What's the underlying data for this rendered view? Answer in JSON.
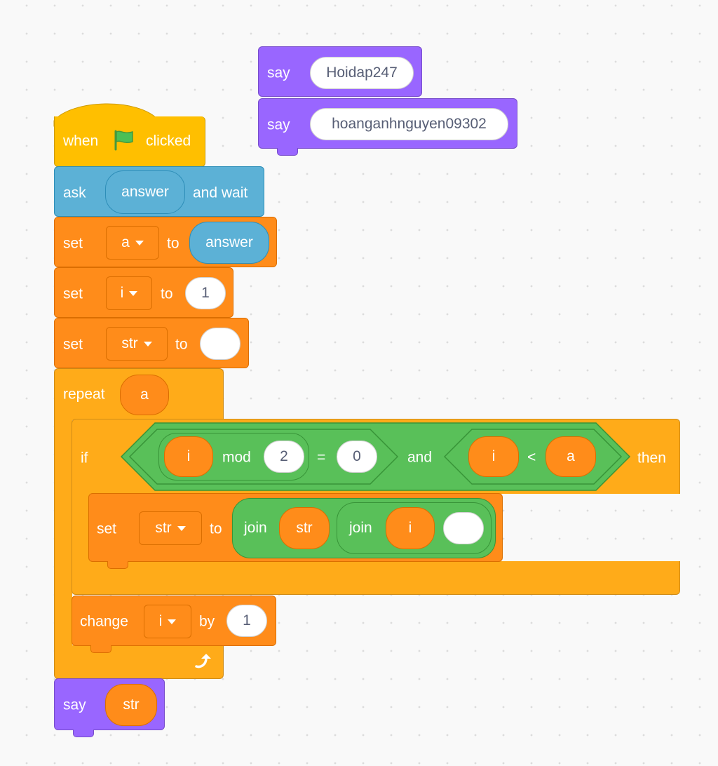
{
  "say_top_1": {
    "label": "say",
    "text": "Hoidap247"
  },
  "say_top_2": {
    "label": "say",
    "text": "hoanganhnguyen09302"
  },
  "hat": {
    "when": "when",
    "clicked": "clicked",
    "flag_icon": "green-flag-icon"
  },
  "ask": {
    "label": "ask",
    "input": "answer",
    "suffix": "and wait"
  },
  "set_a": {
    "label": "set",
    "var": "a",
    "to": "to",
    "value": "answer"
  },
  "set_i": {
    "label": "set",
    "var": "i",
    "to": "to",
    "value": "1"
  },
  "set_str": {
    "label": "set",
    "var": "str",
    "to": "to",
    "value": ""
  },
  "repeat": {
    "label": "repeat",
    "times": "a",
    "loop_icon": "loop-arrow-icon"
  },
  "if_block": {
    "label": "if",
    "then": "then",
    "cond_left": {
      "var": "i",
      "op": "mod",
      "num": "2",
      "eq": "=",
      "rhs": "0"
    },
    "and": "and",
    "cond_right": {
      "var": "i",
      "lt": "<",
      "rhs": "a"
    }
  },
  "set_str_join": {
    "label": "set",
    "var": "str",
    "to": "to",
    "join1": "join",
    "join1_arg": "str",
    "join2": "join",
    "join2_arg": "i",
    "join2_text": ""
  },
  "change_i": {
    "label": "change",
    "var": "i",
    "by": "by",
    "value": "1"
  },
  "say_bottom": {
    "label": "say",
    "value": "str"
  },
  "colors": {
    "events": "#ffbf00",
    "sensing": "#5cb1d6",
    "variables": "#ff8c1a",
    "control": "#ffab19",
    "looks": "#9966ff",
    "operators": "#59c059"
  }
}
